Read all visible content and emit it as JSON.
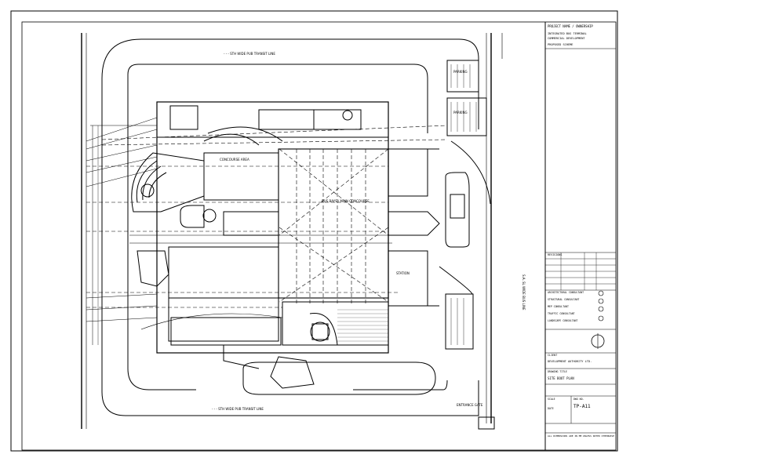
{
  "drawing": {
    "road_label_top": "- - - STH WIDE PUB TRANSIT LINE",
    "road_label_bottom": "- - - STH WIDE PUB TRANSIT LINE",
    "road_label_right": "S.A. SL WIDE BUS LINE",
    "entrance_label": "ENTRANCE GATE",
    "main_hall_label": "BUS BAYS / MAIN CONCOURSE",
    "upper_hall_label": "CONCOURSE AREA",
    "parking_label_1": "PARKING",
    "parking_label_2": "PARKING",
    "station_label": "STATION"
  },
  "title_block": {
    "project_header": "PROJECT NAME / OWNERSHIP",
    "project_lines": [
      "INTEGRATED BUS TERMINAL",
      "COMMERCIAL DEVELOPMENT",
      "PROPOSED SCHEME"
    ],
    "revision_label": "REVISIONS",
    "consultants": [
      "ARCHITECTURAL CONSULTANT",
      "STRUCTURAL CONSULTANT",
      "MEP CONSULTANT",
      "TRAFFIC CONSULTANT",
      "LANDSCAPE CONSULTANT"
    ],
    "client_label": "CLIENT",
    "client_name": "DEVELOPMENT AUTHORITY LTD.",
    "drawing_title_label": "DRAWING TITLE",
    "drawing_title": "SITE BOOT PLAN",
    "drawing_no_label": "DWG NO.",
    "drawing_no": "TP-A11",
    "scale_label": "SCALE",
    "date_label": "DATE",
    "footer": "ALL DIMENSIONS ARE IN MM UNLESS NOTED OTHERWISE"
  },
  "colors": {
    "line": "#000000",
    "paper": "#ffffff"
  }
}
